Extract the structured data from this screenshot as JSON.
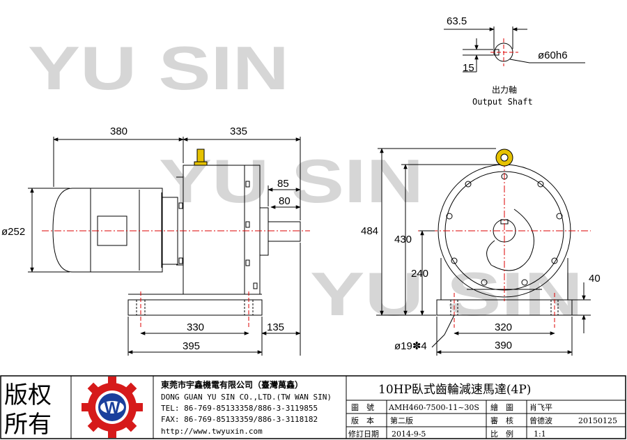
{
  "watermark": {
    "text": "YU SIN"
  },
  "output_shaft": {
    "dim_keyway": "63.5",
    "dim_key": "15",
    "dim_diameter": "ø60h6",
    "label_cn": "出力軸",
    "label_en": "Output Shaft"
  },
  "side_view": {
    "dim_motor_length": "380",
    "dim_gear_length": "335",
    "dim_shaft_85": "85",
    "dim_shaft_80": "80",
    "dim_motor_dia": "ø252",
    "dim_base_330": "330",
    "dim_base_135": "135",
    "dim_base_395": "395"
  },
  "front_view": {
    "dim_total_height": "484",
    "dim_430": "430",
    "dim_240": "240",
    "dim_40": "40",
    "dim_320": "320",
    "dim_390": "390",
    "dim_holes": "ø19✽4"
  },
  "title_block": {
    "stamp_line1": "版权",
    "stamp_line2": "所有",
    "logo_letter": "W",
    "company_cn": "東莞市宇鑫機電有限公司（臺灣萬鑫）",
    "company_en": "DONG GUAN YU SIN CO.,LTD.(TW WAN SIN)",
    "tel": "TEL: 86-769-85133358/886-3-3119855",
    "fax": "FAX: 86-769-85133359/886-3-3118182",
    "web": "http://www.twyuxin.com",
    "product_title": "10HP臥式齒輪減速馬達(4P)",
    "label_drawing_no": "圖　號",
    "value_drawing_no": "AMH460-7500-11~30S",
    "label_drawn": "繪　圖",
    "value_drawn": "肖飞平",
    "label_version": "版　本",
    "value_version": "第二版",
    "label_review": "審　核",
    "value_review": "曾德波",
    "value_review_date": "20150125",
    "label_revised": "修訂日期",
    "value_revised": "2014-9-5",
    "label_scale": "比　例",
    "value_scale": "1:1"
  }
}
